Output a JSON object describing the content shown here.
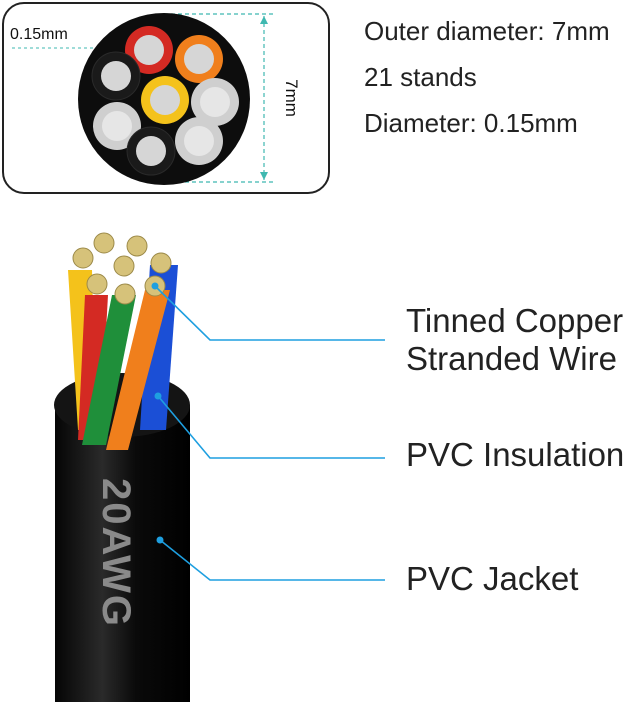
{
  "inset": {
    "strand_label": "0.15mm",
    "diameter_label": "7mm"
  },
  "specs": {
    "outer_diameter": "Outer diameter: 7mm",
    "strands": "21 stands",
    "diameter": "Diameter: 0.15mm"
  },
  "callouts": {
    "copper_line1": "Tinned Copper",
    "copper_line2": "Stranded Wire",
    "insulation": "PVC Insulation",
    "jacket": "PVC Jacket"
  },
  "cable_print": "20AWG",
  "colors": {
    "leader_line": "#1e9fe0",
    "dimension_line": "#3fb8b0",
    "red": "#d42a23",
    "orange": "#f07f1c",
    "yellow": "#f4c21b",
    "green": "#1f8f3a",
    "blue": "#1b4fd6",
    "black": "#111111",
    "white": "#e8e8e8",
    "jacket": "#0d0d0d"
  }
}
